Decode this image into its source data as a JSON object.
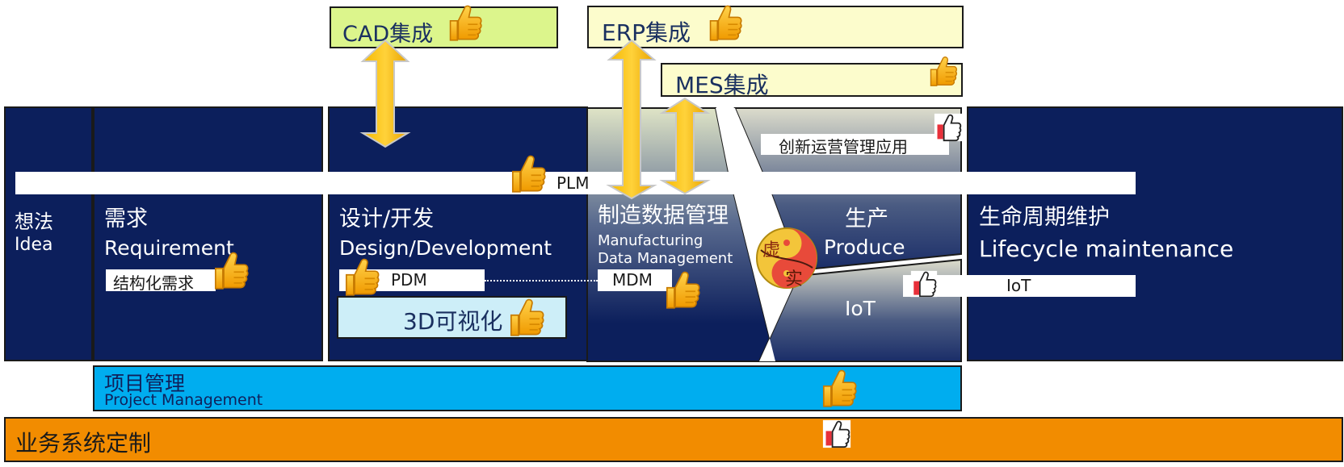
{
  "integrations": {
    "cad": "CAD集成",
    "erp": "ERP集成",
    "mes": "MES集成"
  },
  "stages": {
    "idea": {
      "cn": "想法",
      "en": "Idea"
    },
    "requirement": {
      "cn": "需求",
      "en": "Requirement",
      "tag": "结构化需求"
    },
    "design": {
      "cn": "设计/开发",
      "en": "Design/Development",
      "tag": "PDM",
      "viz": "3D可视化"
    },
    "mfg": {
      "cn": "制造数据管理",
      "en1": "Manufacturing",
      "en2": "Data Management",
      "tag": "MDM"
    },
    "innovation": "创新运营管理应用",
    "produce": {
      "cn": "生产",
      "en": "Produce"
    },
    "iot_zone": "IoT",
    "lifecycle": {
      "cn": "生命周期维护",
      "en": "Lifecycle maintenance",
      "tag": "IoT"
    },
    "yinyang": {
      "top": "虚",
      "bottom": "实"
    }
  },
  "plm": "PLM",
  "project": {
    "cn": "项目管理",
    "en": "Project Management"
  },
  "business": "业务系统定制",
  "colors": {
    "navy": "#0c1f5c",
    "cad_box": "#dcf58c",
    "erp_box": "#fcfccc",
    "viz_box": "#cdeef8",
    "project_bar": "#00adef",
    "business_bar": "#f28c00",
    "arrow": "#f5b800",
    "thumb": "#f5b21c"
  },
  "icons": [
    "thumbs-up-icon",
    "like-badge-icon",
    "yin-yang-icon"
  ]
}
